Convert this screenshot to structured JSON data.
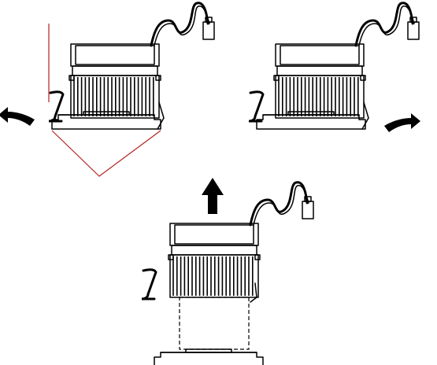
{
  "colors": {
    "ink": "#000000",
    "callout": "#b22222",
    "background": "#ffffff"
  },
  "steps": [
    {
      "name": "step-1-unlock-lever",
      "arrow": "push-left"
    },
    {
      "name": "step-2-release-clip",
      "arrow": "push-right"
    },
    {
      "name": "step-3-lift-heatsink",
      "arrow": "up"
    }
  ]
}
